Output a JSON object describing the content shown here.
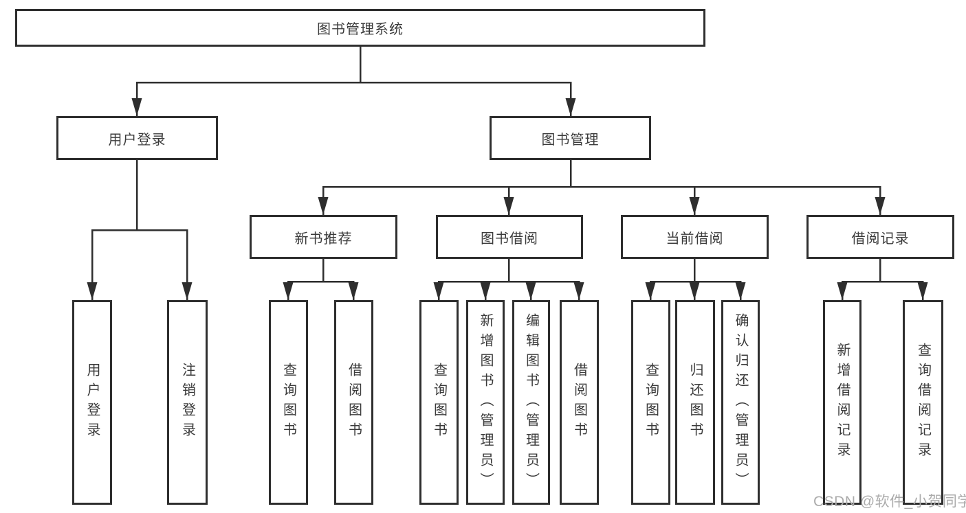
{
  "diagram": {
    "root": {
      "label": "图书管理系统"
    },
    "branches": [
      {
        "label": "用户登录",
        "children": [
          {
            "label": "用户登录"
          },
          {
            "label": "注销登录"
          }
        ]
      },
      {
        "label": "图书管理",
        "children": [
          {
            "label": "新书推荐",
            "children": [
              {
                "label": "查询图书"
              },
              {
                "label": "借阅图书"
              }
            ]
          },
          {
            "label": "图书借阅",
            "children": [
              {
                "label": "查询图书"
              },
              {
                "label": "新增图书（管理员）"
              },
              {
                "label": "编辑图书（管理员）"
              },
              {
                "label": "借阅图书"
              }
            ]
          },
          {
            "label": "当前借阅",
            "children": [
              {
                "label": "查询图书"
              },
              {
                "label": "归还图书"
              },
              {
                "label": "确认归还（管理员）"
              }
            ]
          },
          {
            "label": "借阅记录",
            "children": [
              {
                "label": "新增借阅记录"
              },
              {
                "label": "查询借阅记录"
              }
            ]
          }
        ]
      }
    ]
  },
  "watermark": {
    "text": "CSDN @软件_小贺同学"
  },
  "colors": {
    "line": "#2e2e2e",
    "box_border": "#2e2e2e",
    "text": "#3b3b3b",
    "background": "#ffffff",
    "watermark": "#ababab"
  }
}
